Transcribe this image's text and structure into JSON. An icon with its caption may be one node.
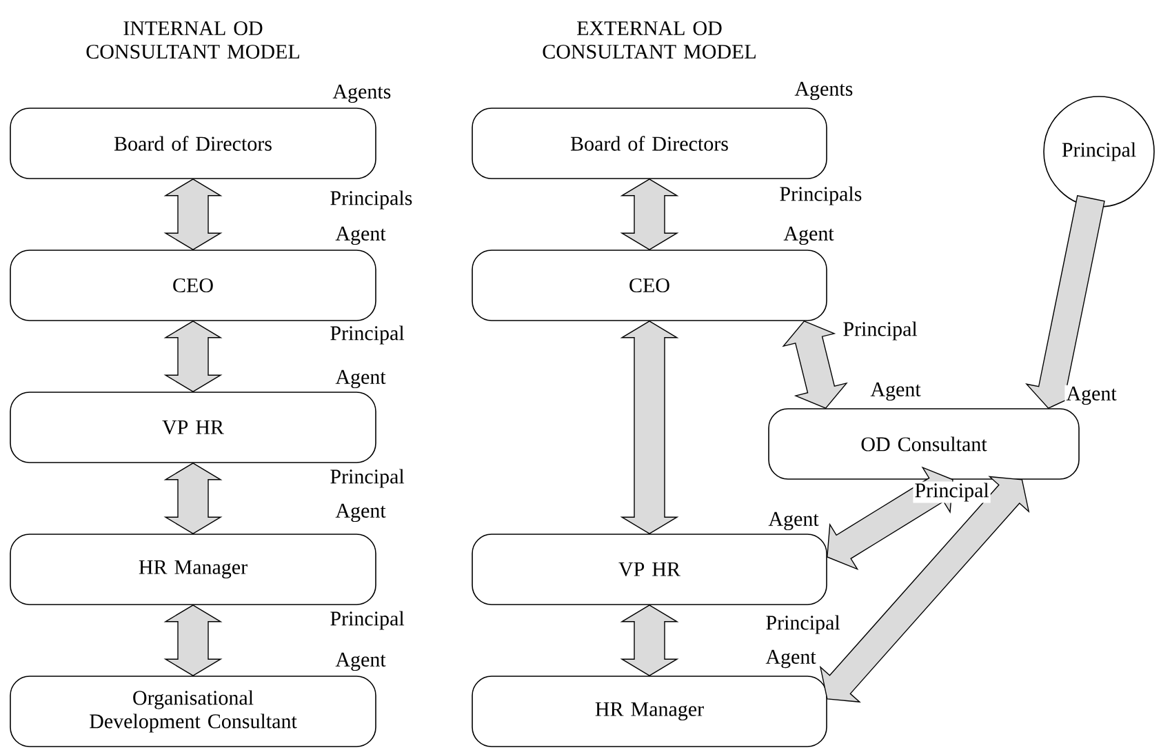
{
  "diagram": {
    "nodes": [
      {
        "text": [
          "Board of Directors"
        ]
      },
      {
        "text": [
          "CEO"
        ]
      },
      {
        "text": [
          "VP HR"
        ]
      },
      {
        "text": [
          "HR Manager"
        ]
      },
      {
        "text": [
          "Organisational Development Consultant"
        ]
      },
      {
        "text": [
          "Board of Directors"
        ]
      },
      {
        "text": [
          "CEO"
        ]
      },
      {
        "text": [
          "VP HR"
        ]
      },
      {
        "text": [
          "HR Manager"
        ]
      },
      {
        "text": [
          "Principal"
        ]
      },
      {
        "text": [
          "OD Consultant"
        ]
      }
    ],
    "edges": [
      {
        "from": 0,
        "to": 1,
        "arrow": "both"
      },
      {
        "from": 1,
        "to": 2,
        "arrow": "both"
      },
      {
        "from": 2,
        "to": 3,
        "arrow": "both"
      },
      {
        "from": 3,
        "to": 4,
        "arrow": "both"
      },
      {
        "from": 5,
        "to": 6,
        "arrow": "both"
      },
      {
        "from": 6,
        "to": 7,
        "arrow": "both"
      },
      {
        "from": 7,
        "to": 8,
        "arrow": "both"
      },
      {
        "from": 9,
        "to": 10,
        "arrow": "to"
      },
      {
        "from": 6,
        "to": 10,
        "arrow": "both"
      },
      {
        "from": 7,
        "to": 10,
        "arrow": "both"
      },
      {
        "from": 8,
        "to": 10,
        "arrow": "both"
      }
    ],
    "labels": [
      "INTERNAL OD CONSULTANT MODEL",
      "EXTERNAL OD CONSULTANT MODEL",
      "Agents",
      "Principals",
      "Agent",
      "Principal",
      "Agent",
      "Principal",
      "Agent",
      "Principal",
      "Agent",
      "Agents",
      "Principals",
      "Agent",
      "Principal",
      "Agent",
      "Agent",
      "Principal",
      "Agent",
      "Principal",
      "Agent"
    ]
  }
}
